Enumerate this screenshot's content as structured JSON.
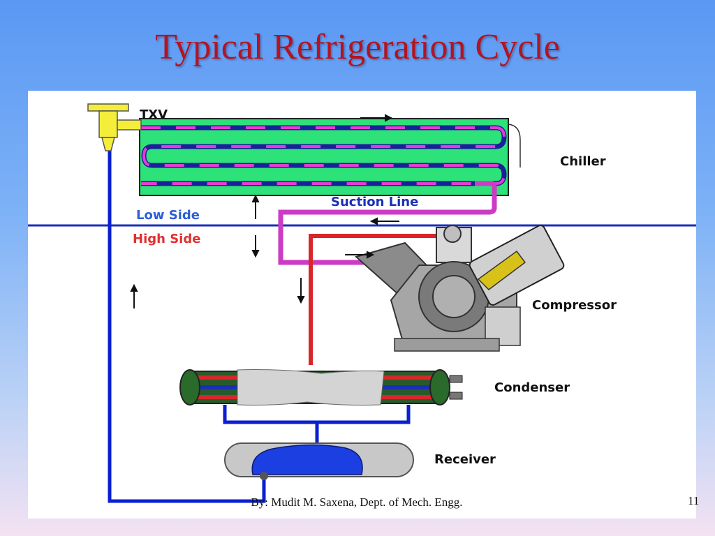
{
  "slide": {
    "title": "Typical Refrigeration  Cycle",
    "footer": "By: Mudit M. Saxena, Dept. of Mech. Engg.",
    "page_number": "11"
  },
  "diagram": {
    "labels": {
      "txv": "TXV",
      "chiller": "Chiller",
      "suction_line": "Suction Line",
      "low_side": "Low Side",
      "high_side": "High Side",
      "compressor": "Compressor",
      "condenser": "Condenser",
      "receiver": "Receiver"
    },
    "colors": {
      "low_side_line": "#0a1fcf",
      "high_side_line": "#d8262a",
      "suction_line": "#cc3bc4",
      "chiller_fill": "#2ee27a",
      "low_side_text": "#2a5fd6",
      "high_side_text": "#e0302f"
    }
  }
}
